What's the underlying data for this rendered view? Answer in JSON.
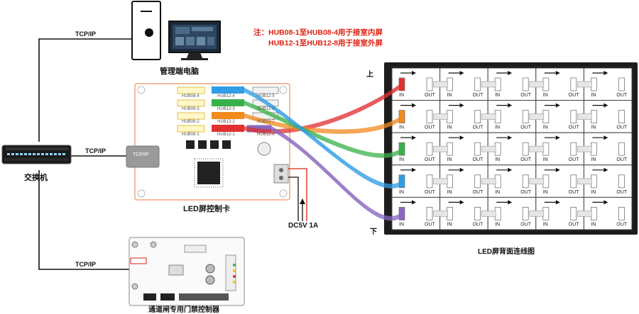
{
  "note": {
    "line1": "注：HUB08-1至HUB08-4用于接室内屏",
    "line2": "HUB12-1至HUB12-8用于接室外屏"
  },
  "labels": {
    "pc": "管理端电脑",
    "switch": "交换机",
    "led_card": "LED屏控制卡",
    "gate_ctrl": "通道闸专用门禁控制器",
    "led_back": "LED屏背面连线图",
    "power": "DC5V 1A",
    "top": "上",
    "bottom": "下",
    "tcpip_top": "TCP/IP",
    "tcpip_mid": "TCP/IP",
    "tcpip_bot": "TCP/IP",
    "tcpip_box": "TCP/IP"
  },
  "ports": {
    "left": [
      "HUB08-4",
      "HUB08-3",
      "HUB08-2",
      "HUB08-1"
    ],
    "mid": [
      "HUB12-4",
      "HUB12-3",
      "HUB12-2",
      "HUB12-1"
    ],
    "right": [
      "HUB12-5",
      "HUB12-6",
      "HUB12-7",
      "HUB12-8"
    ]
  },
  "module_labels": {
    "in": "IN",
    "out": "OUT"
  },
  "colors": {
    "blue": "#2f9ee6",
    "green": "#39b14a",
    "orange": "#f28a1e",
    "red": "#e03030",
    "purple": "#8a68c0",
    "note_red": "#e02010",
    "board_border": "#f4a57a"
  },
  "rows_colors": [
    "#e03030",
    "#f28a1e",
    "#39b14a",
    "#2f9ee6",
    "#8a68c0"
  ]
}
